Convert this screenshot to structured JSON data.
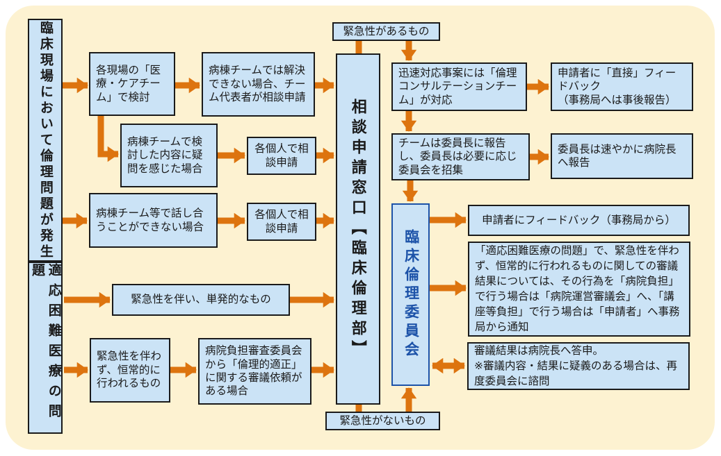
{
  "colors": {
    "canvas": "#FFFFFF",
    "background_panel": "#FDF2D1",
    "node_fill": "#CBE3F6",
    "node_border": "#1A1A1A",
    "arrow": "#DD740F",
    "committee_accent": "#1C52A8"
  },
  "nodes": {
    "clinical_site": "臨床現場において倫理問題が発生",
    "difficult_medical": "適応困難医療の問題",
    "team_review": "各現場の「医療・ケアチーム」で検討",
    "rep_apply": "病棟チームでは解決できない場合、チーム代表者が相談申請",
    "doubt": "病棟チームで検討した内容に疑問を感じた場合",
    "individual_apply_1": "各個人で相談申請",
    "cannot_discuss": "病棟チーム等で話し合うことができない場合",
    "individual_apply_2": "各個人で相談申請",
    "reception_window": "相談申請窓口【臨床倫理部】",
    "urgent_label": "緊急性があるもの",
    "rapid_response": "迅速対応事案には「倫理コンサルテーションチーム」が対応",
    "direct_feedback": "申請者に「直接」フィードバック\n（事務局へは事後報告）",
    "chair_report": "チームは委員長に報告し、委員長は必要に応じ委員会を招集",
    "chair_to_director": "委員長は速やかに病院長へ報告",
    "ethics_committee": "臨床倫理委員会",
    "feedback_applicant": "申請者にフィードバック（事務局から）",
    "deliberation_notice": "「適応困難医療の問題」で、緊急性を伴わず、恒常的に行われるものに関しての審議結果については、その行為を「病院負担」で行う場合は「病院運営審議会」へ、「講座等負担」で行う場合は「申請者」へ事務局から通知",
    "report_to_director": "審議結果は病院長へ答申。\n※審議内容・結果に疑義のある場合は、再度委員会に諮問",
    "single_urgent": "緊急性を伴い、単発的なもの",
    "chronic_not_urgent": "緊急性を伴わず、恒常的に行われるもの",
    "hospital_burden_review": "病院負担審査委員会から「倫理的適正」に関する審議依頼がある場合",
    "not_urgent_label": "緊急性がないもの"
  },
  "edges": [
    {
      "from": "clinical_site",
      "to": "team_review",
      "type": "arrow"
    },
    {
      "from": "team_review",
      "to": "rep_apply",
      "type": "arrow"
    },
    {
      "from": "team_review",
      "to": "doubt",
      "type": "arrow"
    },
    {
      "from": "doubt",
      "to": "individual_apply_1",
      "type": "arrow"
    },
    {
      "from": "individual_apply_1",
      "to": "reception_window",
      "type": "arrow"
    },
    {
      "from": "rep_apply",
      "to": "reception_window",
      "type": "arrow"
    },
    {
      "from": "clinical_site",
      "to": "cannot_discuss",
      "type": "arrow"
    },
    {
      "from": "cannot_discuss",
      "to": "individual_apply_2",
      "type": "arrow"
    },
    {
      "from": "individual_apply_2",
      "to": "reception_window",
      "type": "arrow"
    },
    {
      "from": "reception_window",
      "to": "urgent_label",
      "type": "line"
    },
    {
      "from": "urgent_label",
      "to": "rapid_response",
      "type": "arrow"
    },
    {
      "from": "rapid_response",
      "to": "direct_feedback",
      "type": "arrow"
    },
    {
      "from": "rapid_response",
      "to": "chair_report",
      "type": "arrow"
    },
    {
      "from": "chair_report",
      "to": "chair_to_director",
      "type": "arrow"
    },
    {
      "from": "chair_report",
      "to": "ethics_committee",
      "type": "arrow"
    },
    {
      "from": "ethics_committee",
      "to": "feedback_applicant",
      "type": "arrow"
    },
    {
      "from": "ethics_committee",
      "to": "deliberation_notice",
      "type": "arrow"
    },
    {
      "from": "ethics_committee",
      "to": "report_to_director",
      "type": "double-arrow"
    },
    {
      "from": "difficult_medical",
      "to": "single_urgent",
      "type": "arrow"
    },
    {
      "from": "single_urgent",
      "to": "reception_window",
      "type": "arrow"
    },
    {
      "from": "difficult_medical",
      "to": "chronic_not_urgent",
      "type": "arrow"
    },
    {
      "from": "chronic_not_urgent",
      "to": "hospital_burden_review",
      "type": "arrow"
    },
    {
      "from": "hospital_burden_review",
      "to": "reception_window",
      "type": "arrow"
    },
    {
      "from": "reception_window",
      "to": "not_urgent_label",
      "type": "line"
    },
    {
      "from": "not_urgent_label",
      "to": "ethics_committee",
      "type": "arrow"
    }
  ]
}
